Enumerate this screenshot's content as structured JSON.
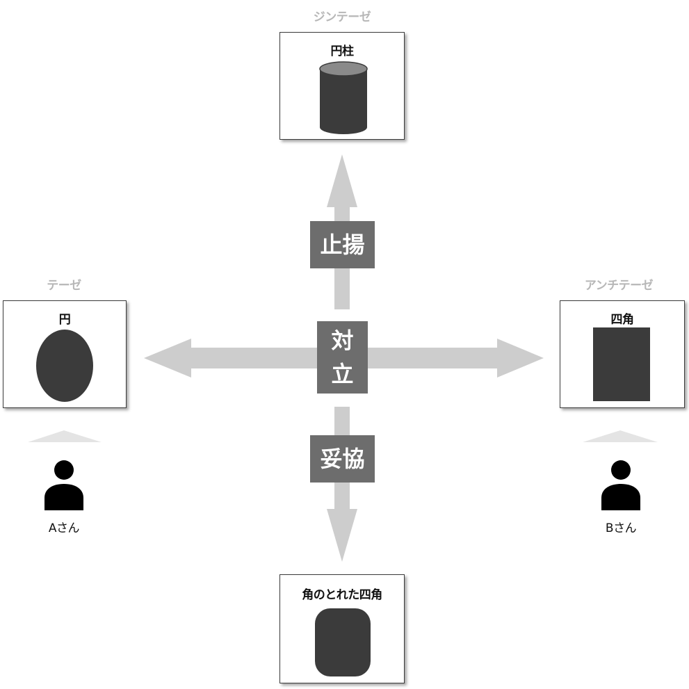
{
  "diagram": {
    "captions": {
      "synthesis": "ジンテーゼ",
      "thesis": "テーゼ",
      "antithesis": "アンチテーゼ"
    },
    "boxes": {
      "synthesis": {
        "title": "円柱",
        "shape": "cylinder"
      },
      "thesis": {
        "title": "円",
        "shape": "ellipse"
      },
      "antithesis": {
        "title": "四角",
        "shape": "rectangle"
      },
      "compromise": {
        "title": "角のとれた四角",
        "shape": "rounded-rectangle"
      }
    },
    "labels": {
      "aufheben": "止揚",
      "opposition_1": "対",
      "opposition_2": "立",
      "compromise": "妥協"
    },
    "people": {
      "a": {
        "label": "Aさん",
        "icon": "person-icon"
      },
      "b": {
        "label": "Bさん",
        "icon": "person-icon"
      }
    },
    "colors": {
      "arrow": "#cdcdcd",
      "plate": "#6d6d6d",
      "shape": "#3b3b3b",
      "caption": "#b7b7b7"
    }
  }
}
